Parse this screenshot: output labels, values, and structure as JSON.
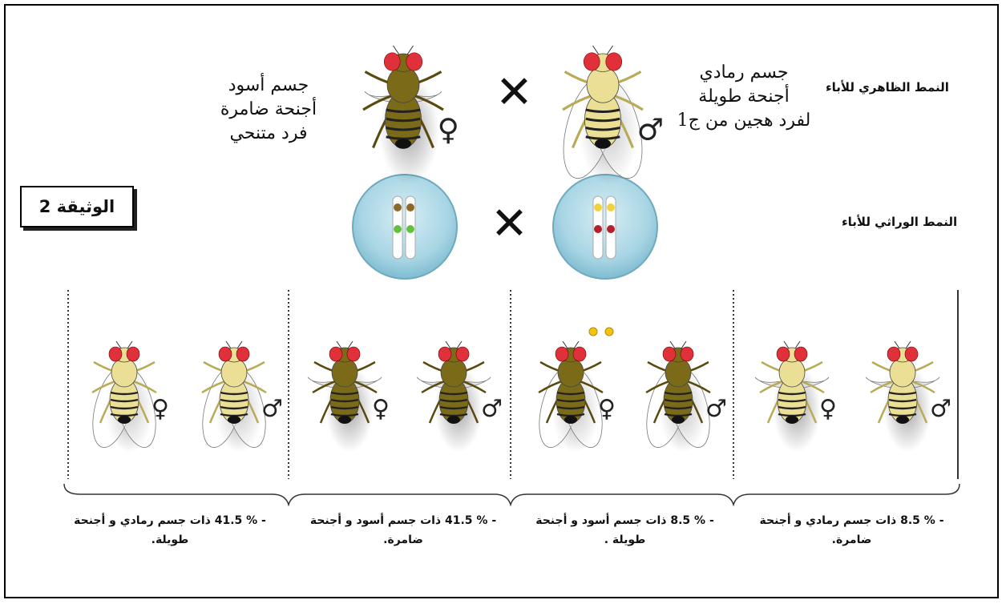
{
  "document_label": "الوثيقة 2",
  "parents": {
    "phenotype_title": "النمط الظاهري للأباء",
    "genotype_title": "النمط الوراثي للأباء",
    "left_parent_lines": [
      "جسم أسود",
      "أجنحة ضامرة",
      "فرد متنحي"
    ],
    "right_parent_lines": [
      "جسم رمادي",
      "أجنحة طويلة",
      "لفرد هجين من ج1"
    ],
    "cross_symbol": "✕",
    "female_symbol": "♀",
    "male_symbol": "♂"
  },
  "offspring": [
    {
      "line1": "- % 8.5 ذات جسم رمادي و أجنحة",
      "line2": "ضامرة."
    },
    {
      "line1": "- % 8.5 ذات جسم أسود و أجنحة",
      "line2": "طويلة ."
    },
    {
      "line1": "- % 41.5 ذات جسم أسود و أجنحة",
      "line2": "ضامرة."
    },
    {
      "line1": "- % 41.5 ذات جسم رمادي و أجنحة",
      "line2": "طويلة."
    }
  ],
  "colors": {
    "grey_body": "#eadf94",
    "black_body": "#7b6a18",
    "eye_red": "#e0303a",
    "cell_blue": "#9fd2e2",
    "allele_yellow": "#f1d23a",
    "allele_red": "#b5202a",
    "allele_brown": "#8a6a2a",
    "allele_green": "#62c240"
  }
}
